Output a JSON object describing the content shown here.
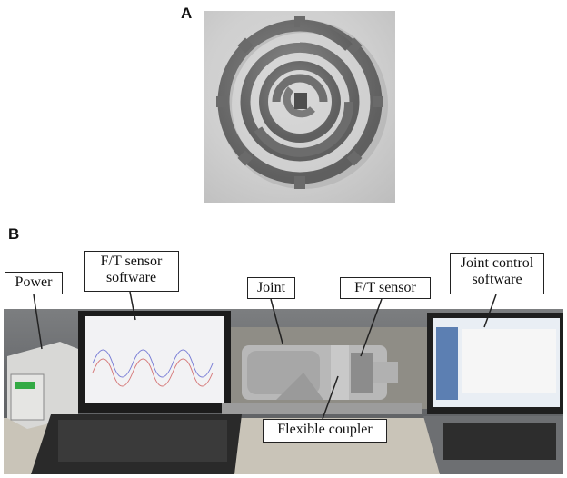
{
  "figure": {
    "panel_a": {
      "letter": "A"
    },
    "panel_b": {
      "letter": "B",
      "labels": {
        "power": "Power",
        "ft_sensor_software": [
          "F/T sensor",
          "software"
        ],
        "joint": "Joint",
        "ft_sensor": "F/T sensor",
        "joint_control_software": [
          "Joint  control",
          "software"
        ],
        "flexible_coupler": "Flexible coupler"
      }
    }
  }
}
